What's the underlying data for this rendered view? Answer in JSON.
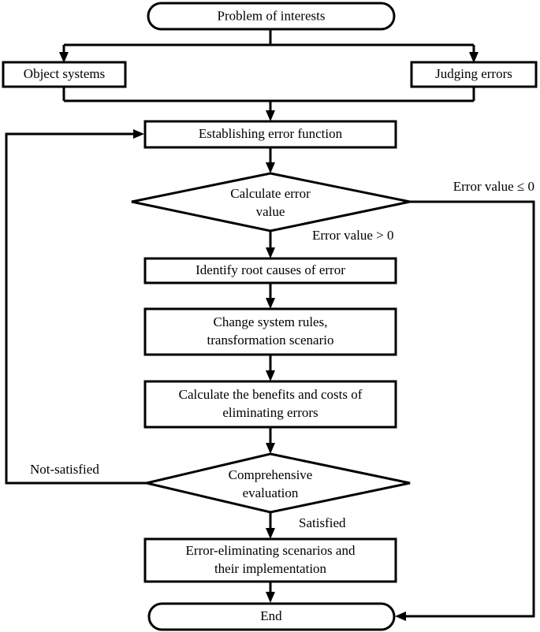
{
  "diagram": {
    "type": "flowchart",
    "orientation": "top-to-bottom",
    "background_color": "#ffffff",
    "line_color": "#000000",
    "shape_fill_color": "#ffffff",
    "nodes": [
      {
        "id": "start",
        "shape": "ellipse",
        "label": "Problem of interests"
      },
      {
        "id": "object",
        "shape": "rect",
        "label": "Object systems"
      },
      {
        "id": "judging",
        "shape": "rect",
        "label": "Judging errors"
      },
      {
        "id": "establish",
        "shape": "rect",
        "label": "Establishing  error function"
      },
      {
        "id": "calcerror",
        "shape": "diamond",
        "label_line1": "Calculate error",
        "label_line2": "value"
      },
      {
        "id": "identify",
        "shape": "rect",
        "label": "Identify  root causes of error"
      },
      {
        "id": "change",
        "shape": "rect",
        "label_line1": "Change system rules,",
        "label_line2": "transformation  scenario"
      },
      {
        "id": "benefits",
        "shape": "rect",
        "label_line1": "Calculate  the  benefits  and costs of",
        "label_line2": "eliminating  errors"
      },
      {
        "id": "comprehensive",
        "shape": "diamond",
        "label_line1": "Comprehensive",
        "label_line2": "evaluation"
      },
      {
        "id": "scenarios",
        "shape": "rect",
        "label_line1": "Error-eliminating  scenarios and",
        "label_line2": "their  implementation"
      },
      {
        "id": "end",
        "shape": "ellipse",
        "label": "End"
      }
    ],
    "edge_labels": {
      "error_value_le_zero": "Error value ≤ 0",
      "error_value_gt_zero": "Error value  >  0",
      "not_satisfied": "Not-satisfied",
      "satisfied": "Satisfied"
    }
  }
}
